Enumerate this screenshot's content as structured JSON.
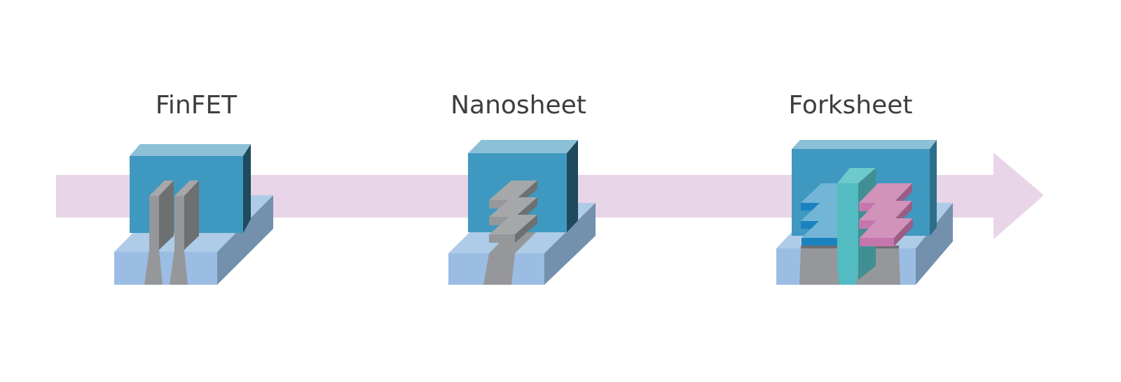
{
  "labels": {
    "finfet": "FinFET",
    "nanosheet": "Nanosheet",
    "forksheet": "Forksheet"
  },
  "colors": {
    "arrow": "#e9d5e8",
    "gate_front": "#3f98bf",
    "gate_top": "#8cc0d6",
    "substrate_front": "#9bbde3",
    "substrate_top": "#aecbe8",
    "substrate_side": "#7390ad",
    "channel_grey": "#96979a",
    "nmos_sheet": "#1a82bf",
    "pmos_sheet": "#c577ad",
    "dielectric_wall": "#53bcc2"
  }
}
